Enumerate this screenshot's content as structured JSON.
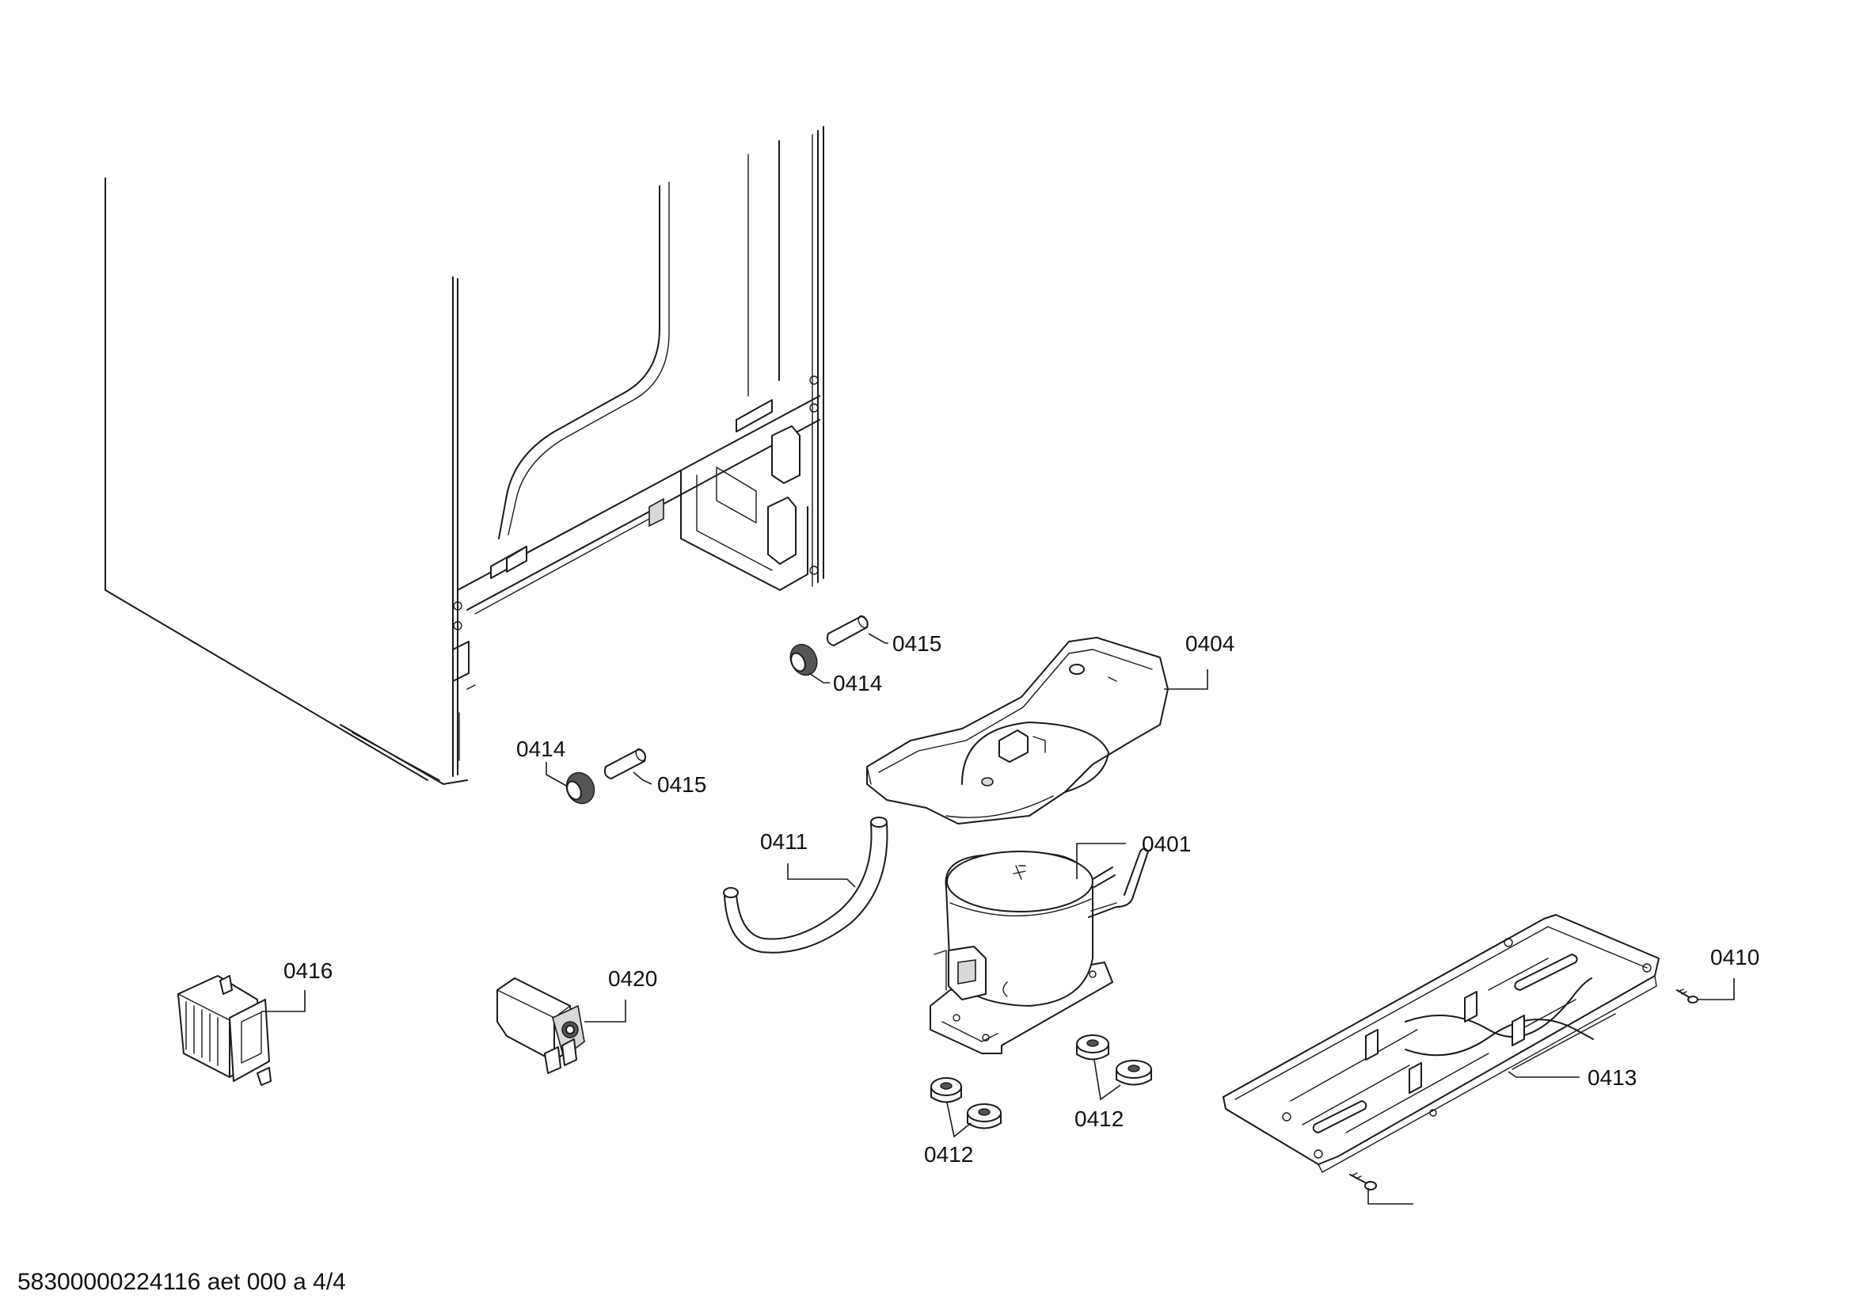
{
  "diagram": {
    "footer_code": "58300000224116 aet 000 a 4/4",
    "labels": {
      "compressor": "0401",
      "drip_tray": "0404",
      "screw_right": "0410",
      "drain_hose": "0411",
      "grommet_pair_left": "0412",
      "grommet_pair_right": "0412",
      "base_plate": "0413",
      "nut_upper": "0414",
      "nut_lower": "0414",
      "pin_upper": "0415",
      "pin_lower": "0415",
      "relay_unit": "0416",
      "starter_module": "0420"
    }
  }
}
